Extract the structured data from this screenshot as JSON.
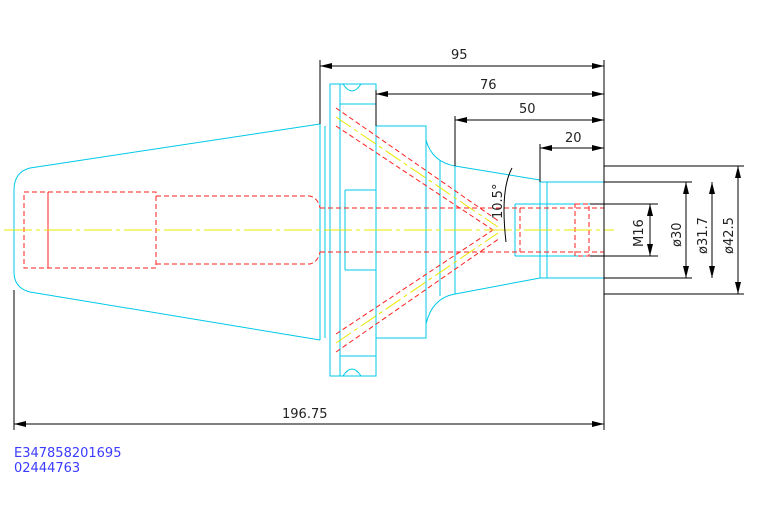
{
  "drawing": {
    "dimensions": {
      "overall_length": "196.75",
      "length_95": "95",
      "length_76": "76",
      "length_50": "50",
      "length_20": "20",
      "angle": "10.5°",
      "thread": "M16",
      "dia_30": "ø30",
      "dia_31_7": "ø31.7",
      "dia_42_5": "ø42.5"
    },
    "codes": {
      "part_code": "E347858201695",
      "order_code": "02444763"
    },
    "colors": {
      "outline": "#00c8e8",
      "hidden": "#ff2020",
      "center": "#e8e800",
      "dimension": "#000000",
      "code_text": "#3b3bff"
    }
  }
}
